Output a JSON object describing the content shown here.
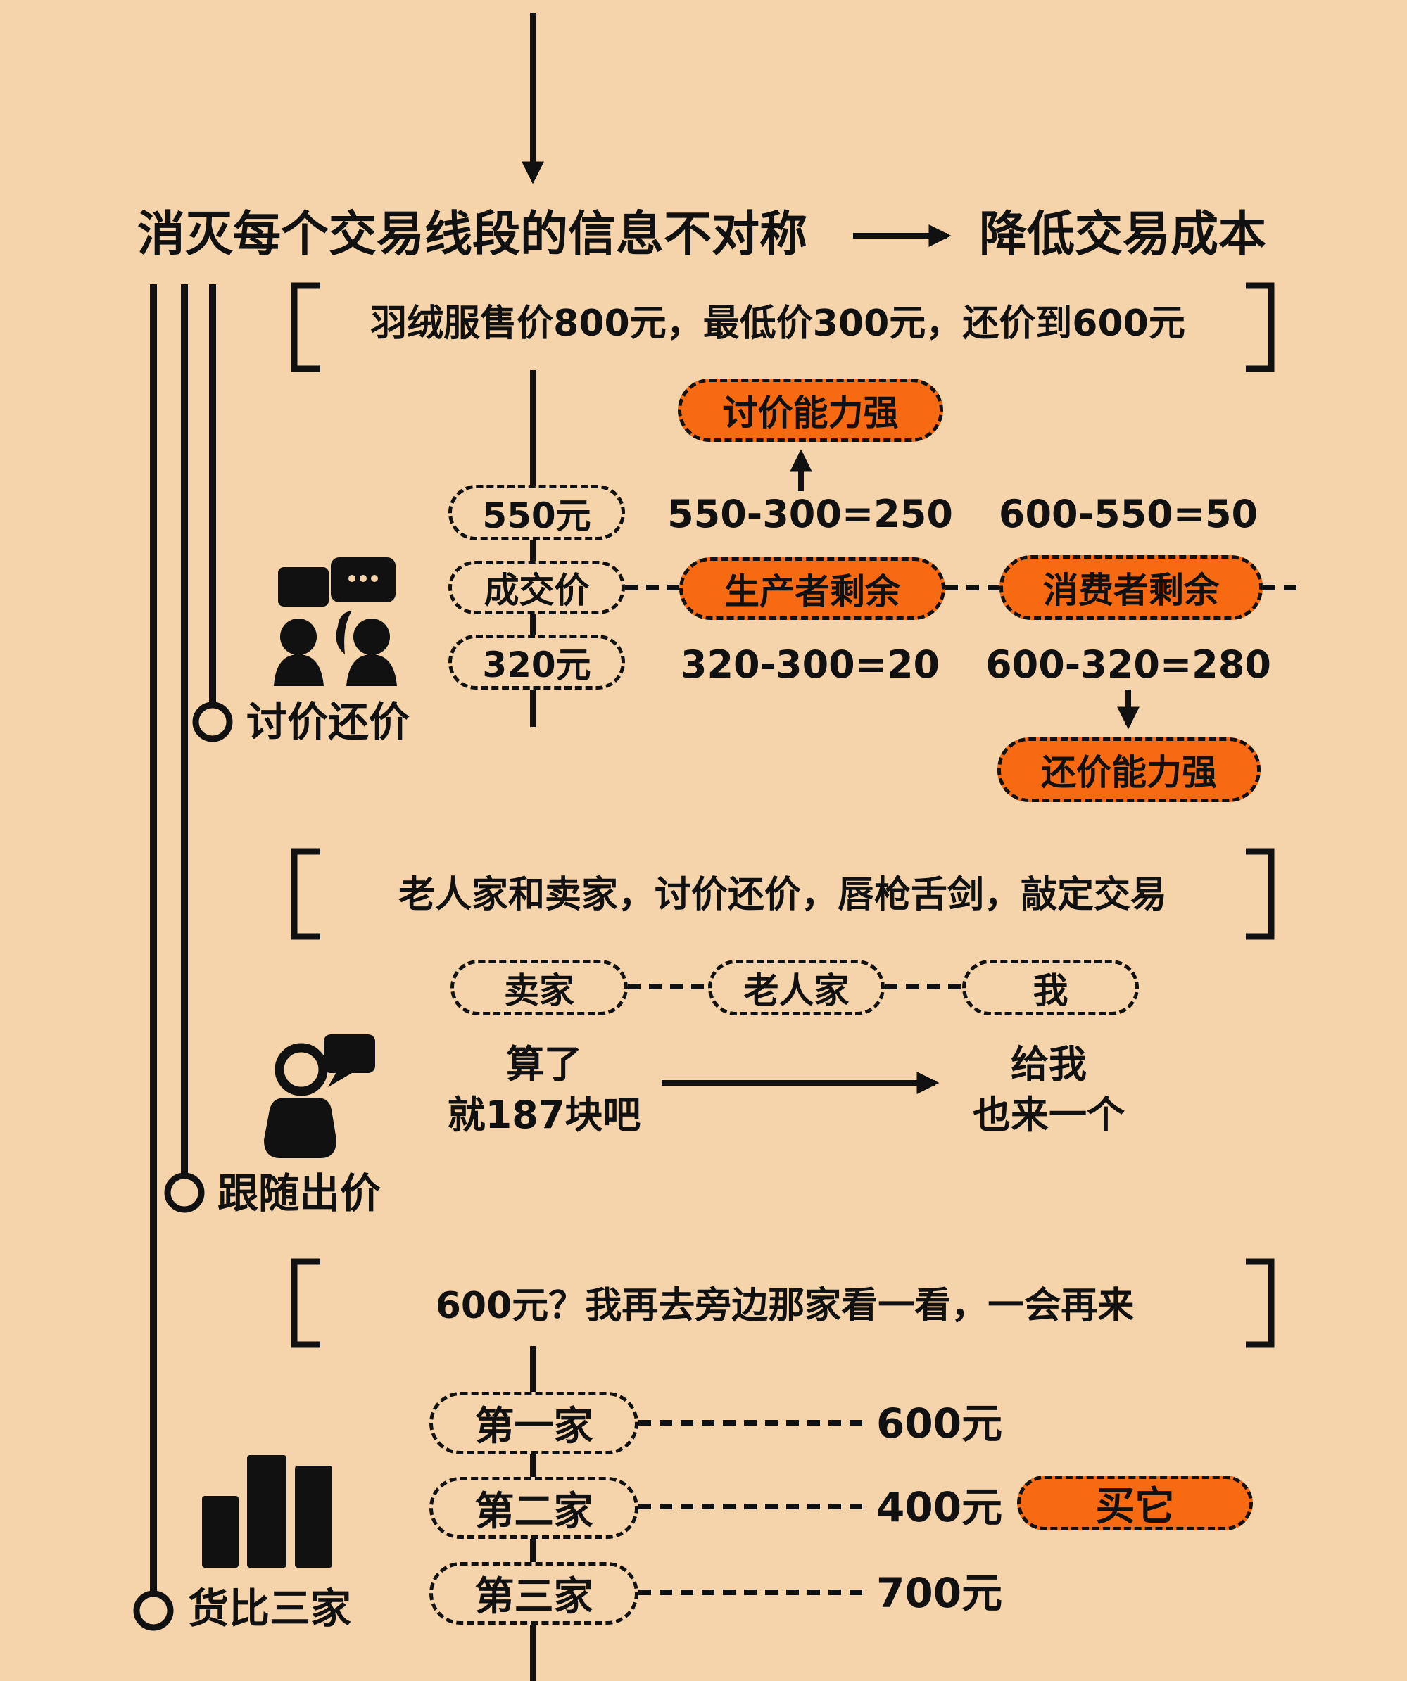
{
  "title": {
    "left": "消灭每个交易线段的信息不对称",
    "right": "降低交易成本"
  },
  "section1": {
    "label": "讨价还价",
    "bracket": "羽绒服售价800元，最低价300元，还价到600元",
    "prices": [
      "550元",
      "成交价",
      "320元"
    ],
    "bargain_strong": "讨价能力强",
    "calc_top_left": "550-300=250",
    "calc_top_right": "600-550=50",
    "producer_surplus": "生产者剩余",
    "consumer_surplus": "消费者剩余",
    "calc_bottom_left": "320-300=20",
    "calc_bottom_right": "600-320=280",
    "counter_strong": "还价能力强"
  },
  "section2": {
    "label": "跟随出价",
    "bracket": "老人家和卖家，讨价还价，唇枪舌剑，敲定交易",
    "roles": [
      "卖家",
      "老人家",
      "我"
    ],
    "quote_left": [
      "算了",
      "就187块吧"
    ],
    "quote_right": [
      "给我",
      "也来一个"
    ]
  },
  "section3": {
    "label": "货比三家",
    "bracket": "600元？我再去旁边那家看一看，一会再来",
    "shops": [
      {
        "name": "第一家",
        "price": "600元"
      },
      {
        "name": "第二家",
        "price": "400元"
      },
      {
        "name": "第三家",
        "price": "700元"
      }
    ],
    "buy": "买它"
  },
  "colors": {
    "background": "#f5d4ab",
    "accent": "#f76a12",
    "ink": "#111111"
  }
}
